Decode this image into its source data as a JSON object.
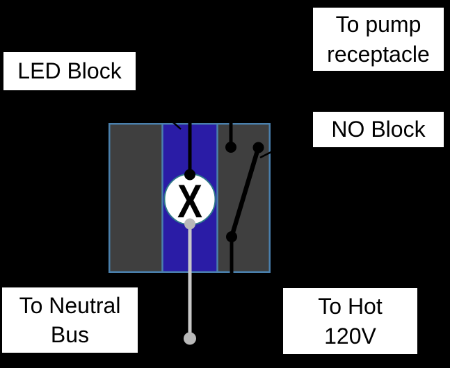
{
  "labels": {
    "led_block": {
      "text": "LED Block"
    },
    "pump": {
      "line1": "To pump",
      "line2": "receptacle"
    },
    "no_block": {
      "text": "NO Block"
    },
    "neutral_bus": {
      "line1": "To Neutral",
      "line2": "Bus"
    },
    "hot": {
      "line1": "To Hot",
      "line2": "120V"
    }
  },
  "block": {
    "lamp_symbol": "X"
  },
  "colors": {
    "background": "#000000",
    "label_bg": "#ffffff",
    "label_text": "#000000",
    "block_fill": "#3f3f3f",
    "block_border": "#4a80ad",
    "stripe_fill": "#2a1ca6",
    "lamp_fill": "#ffffff",
    "lamp_stroke": "#2e7889",
    "wire_black": "#000000",
    "wire_gray": "#c8c8c8",
    "dot_gray": "#b9b9b9"
  }
}
